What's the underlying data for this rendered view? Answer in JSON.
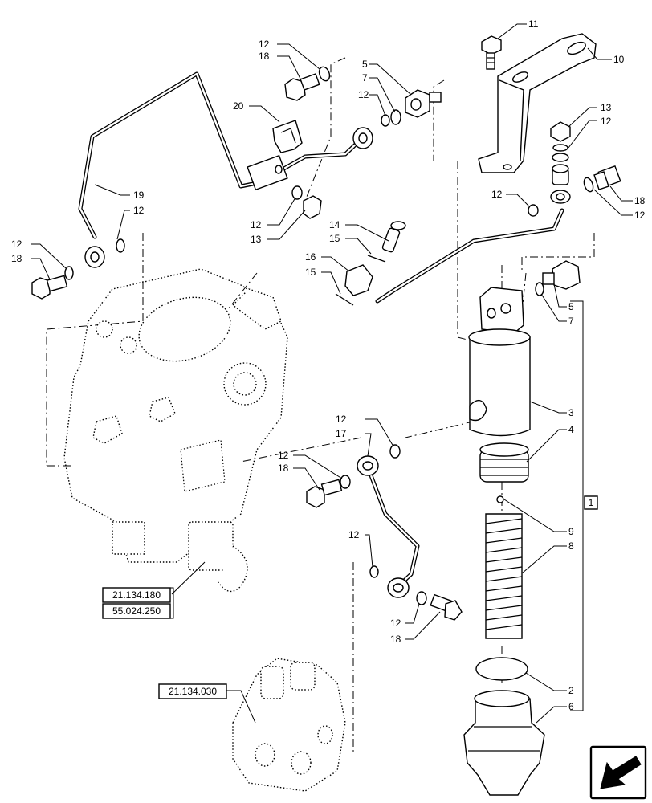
{
  "callouts": {
    "c11": "11",
    "c10": "10",
    "c13a": "13",
    "c12a": "12",
    "c12b": "12",
    "c18a": "18",
    "c5a": "5",
    "c7a": "7",
    "c12c": "12",
    "c20": "20",
    "c19": "19",
    "c12d": "12",
    "c12e": "12",
    "c18b": "18",
    "c12f": "12",
    "c13b": "13",
    "c14": "14",
    "c15a": "15",
    "c16": "16",
    "c15b": "15",
    "c12g": "12",
    "c18c": "18",
    "c12h": "12",
    "c5b": "5",
    "c7b": "7",
    "c3": "3",
    "c4": "4",
    "c12i": "12",
    "c17": "17",
    "c12j": "12",
    "c18d": "18",
    "c9": "9",
    "c8": "8",
    "c12k": "12",
    "c12l": "12",
    "c18e": "18",
    "c2": "2",
    "c6": "6"
  },
  "assembly_ref": "1",
  "refs": {
    "ref1": "21.134.180",
    "ref2": "55.024.250",
    "ref3": "21.134.030"
  },
  "nav_icon": "arrow-bottom-left-icon"
}
